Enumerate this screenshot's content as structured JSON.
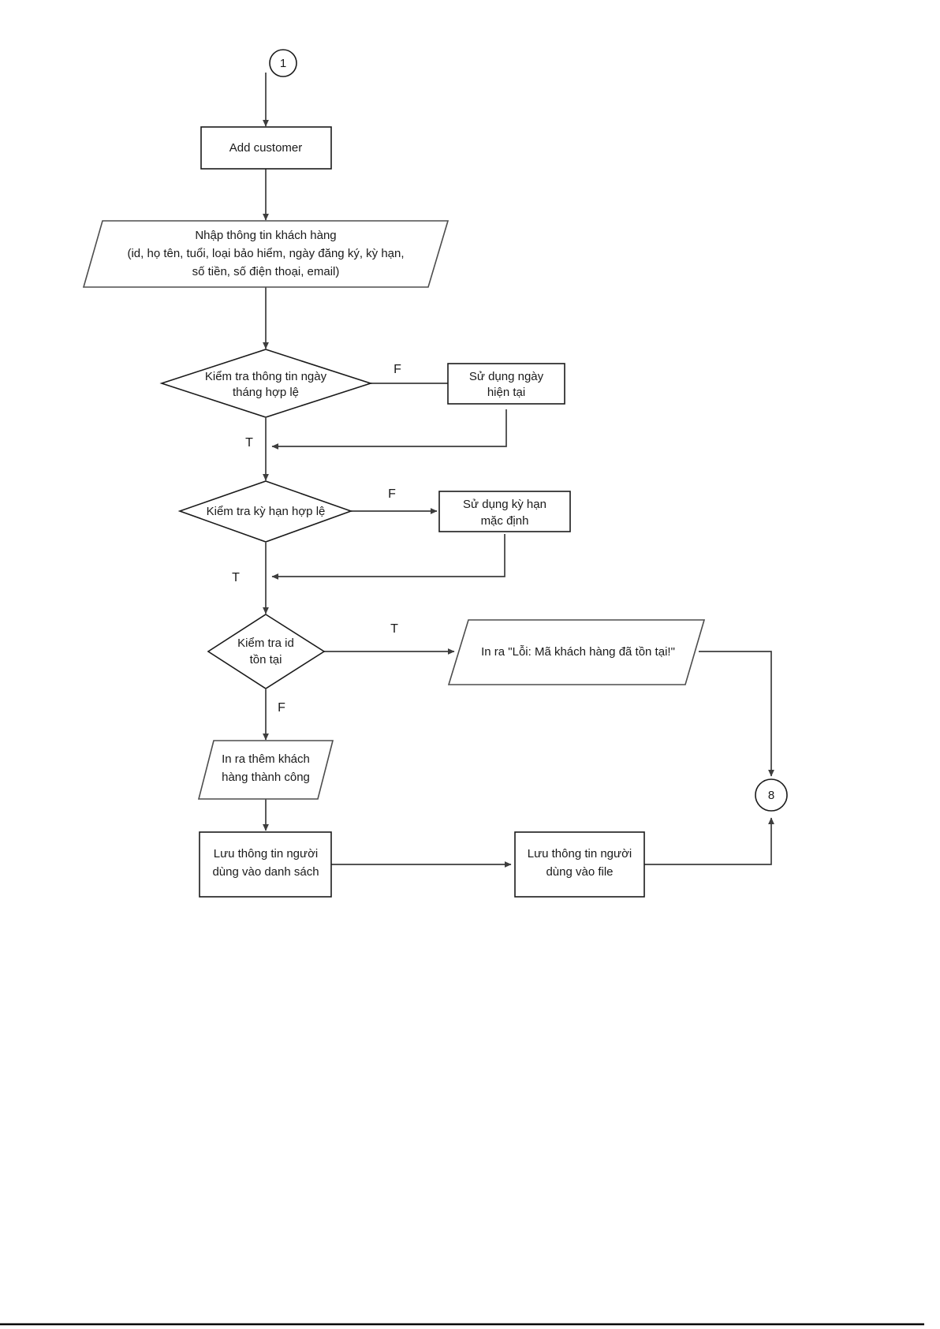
{
  "diagram": {
    "title": "Add customer flowchart",
    "type": "flowchart",
    "language": "vi",
    "colors": {
      "shape_stroke": "#4d4d4d",
      "connector_stroke": "#3d3d3d",
      "text": "#1a1a1a",
      "background": "#ffffff"
    },
    "nodes": {
      "start_connector": {
        "shape": "circle",
        "label": "1"
      },
      "add_customer": {
        "shape": "process",
        "label": "Add customer"
      },
      "input_info": {
        "shape": "input-output",
        "line1": "Nhập thông tin khách hàng",
        "line2": "(id, họ tên, tuổi, loại bảo hiểm, ngày đăng ký, kỳ hạn,",
        "line3": "số tiền, số điện thoại, email)"
      },
      "check_date": {
        "shape": "decision",
        "line1": "Kiểm tra thông tin ngày",
        "line2": "tháng hợp lệ"
      },
      "use_current_date": {
        "shape": "process",
        "line1": "Sử dụng ngày",
        "line2": "hiện tại"
      },
      "check_term": {
        "shape": "decision",
        "line1": "Kiểm tra kỳ hạn hợp lệ"
      },
      "use_default_term": {
        "shape": "process",
        "line1": "Sử dụng kỳ hạn",
        "line2": "mặc định"
      },
      "check_id_exists": {
        "shape": "decision",
        "line1": "Kiểm tra id",
        "line2": "tồn tại"
      },
      "print_error": {
        "shape": "input-output",
        "line1": "In ra \"Lỗi: Mã khách hàng đã tồn tại!\""
      },
      "print_success": {
        "shape": "input-output",
        "line1": "In ra thêm khách",
        "line2": "hàng thành công"
      },
      "save_to_list": {
        "shape": "process",
        "line1": "Lưu thông tin người",
        "line2": "dùng vào danh sách"
      },
      "save_to_file": {
        "shape": "process",
        "line1": "Lưu thông tin người",
        "line2": "dùng vào file"
      },
      "end_connector": {
        "shape": "circle",
        "label": "8"
      }
    },
    "edge_labels": {
      "date_false": "F",
      "date_true": "T",
      "term_false": "F",
      "term_true": "T",
      "id_true": "T",
      "id_false": "F"
    }
  }
}
